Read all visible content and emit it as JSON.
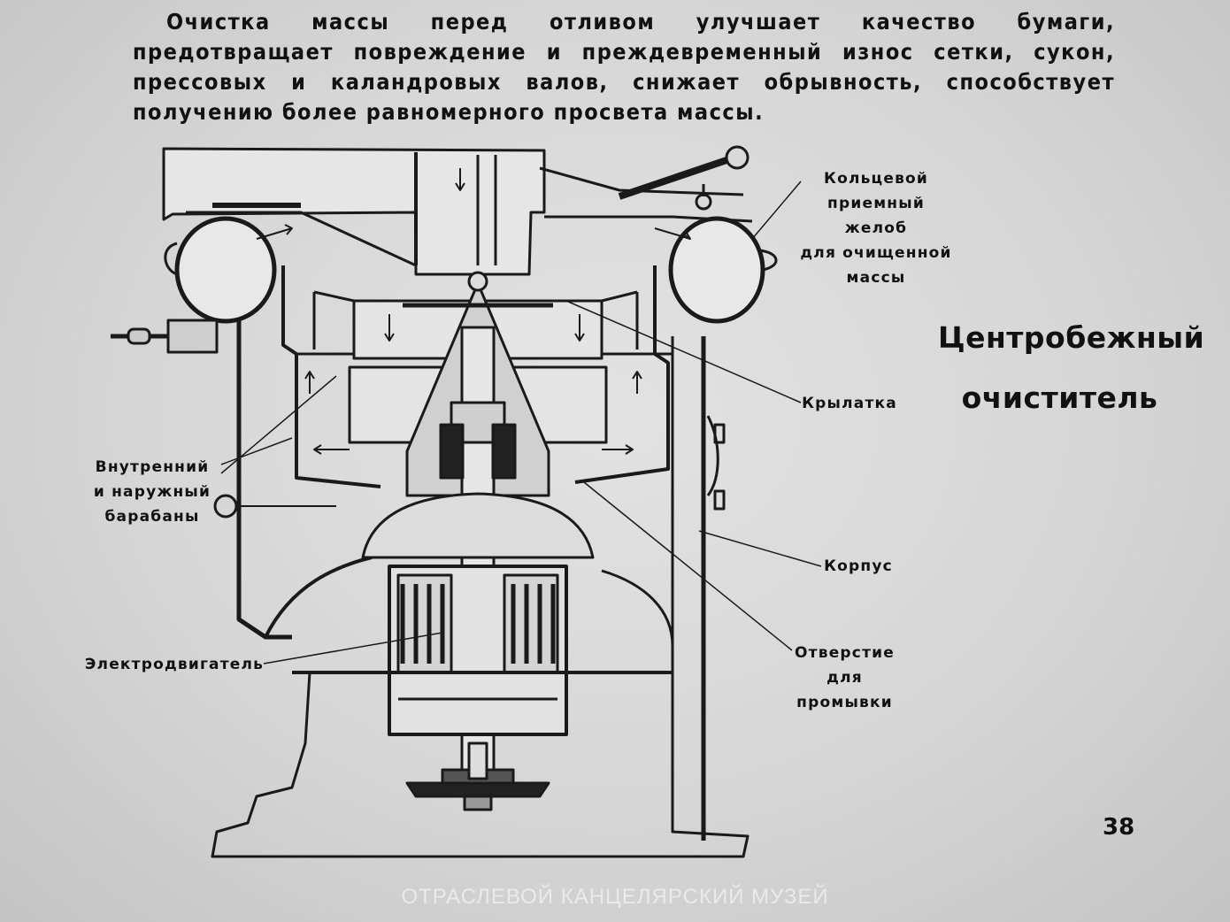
{
  "intro_text": "Очистка массы перед отливом улучшает качество бумаги, предотвращает повреждение и преждевременный износ сетки, сукон, прессовых и каландровых валов, снижает обрывность, способствует получению более равномерного просвета массы.",
  "title": {
    "line1": "Центробежный",
    "line2": "очиститель"
  },
  "labels": {
    "ring_trough": [
      "Кольцевой",
      "приемный",
      "желоб",
      "для очищенной",
      "массы"
    ],
    "impeller": "Крылатка",
    "drums": [
      "Внутренний",
      "и наружный",
      "барабаны"
    ],
    "housing": "Корпус",
    "motor": "Электродвигатель",
    "wash_hole": [
      "Отверстие",
      "для",
      "промывки"
    ]
  },
  "page_number": "38",
  "watermark": "ОТРАСЛЕВОЙ КАНЦЕЛЯРСКИЙ МУЗЕЙ"
}
